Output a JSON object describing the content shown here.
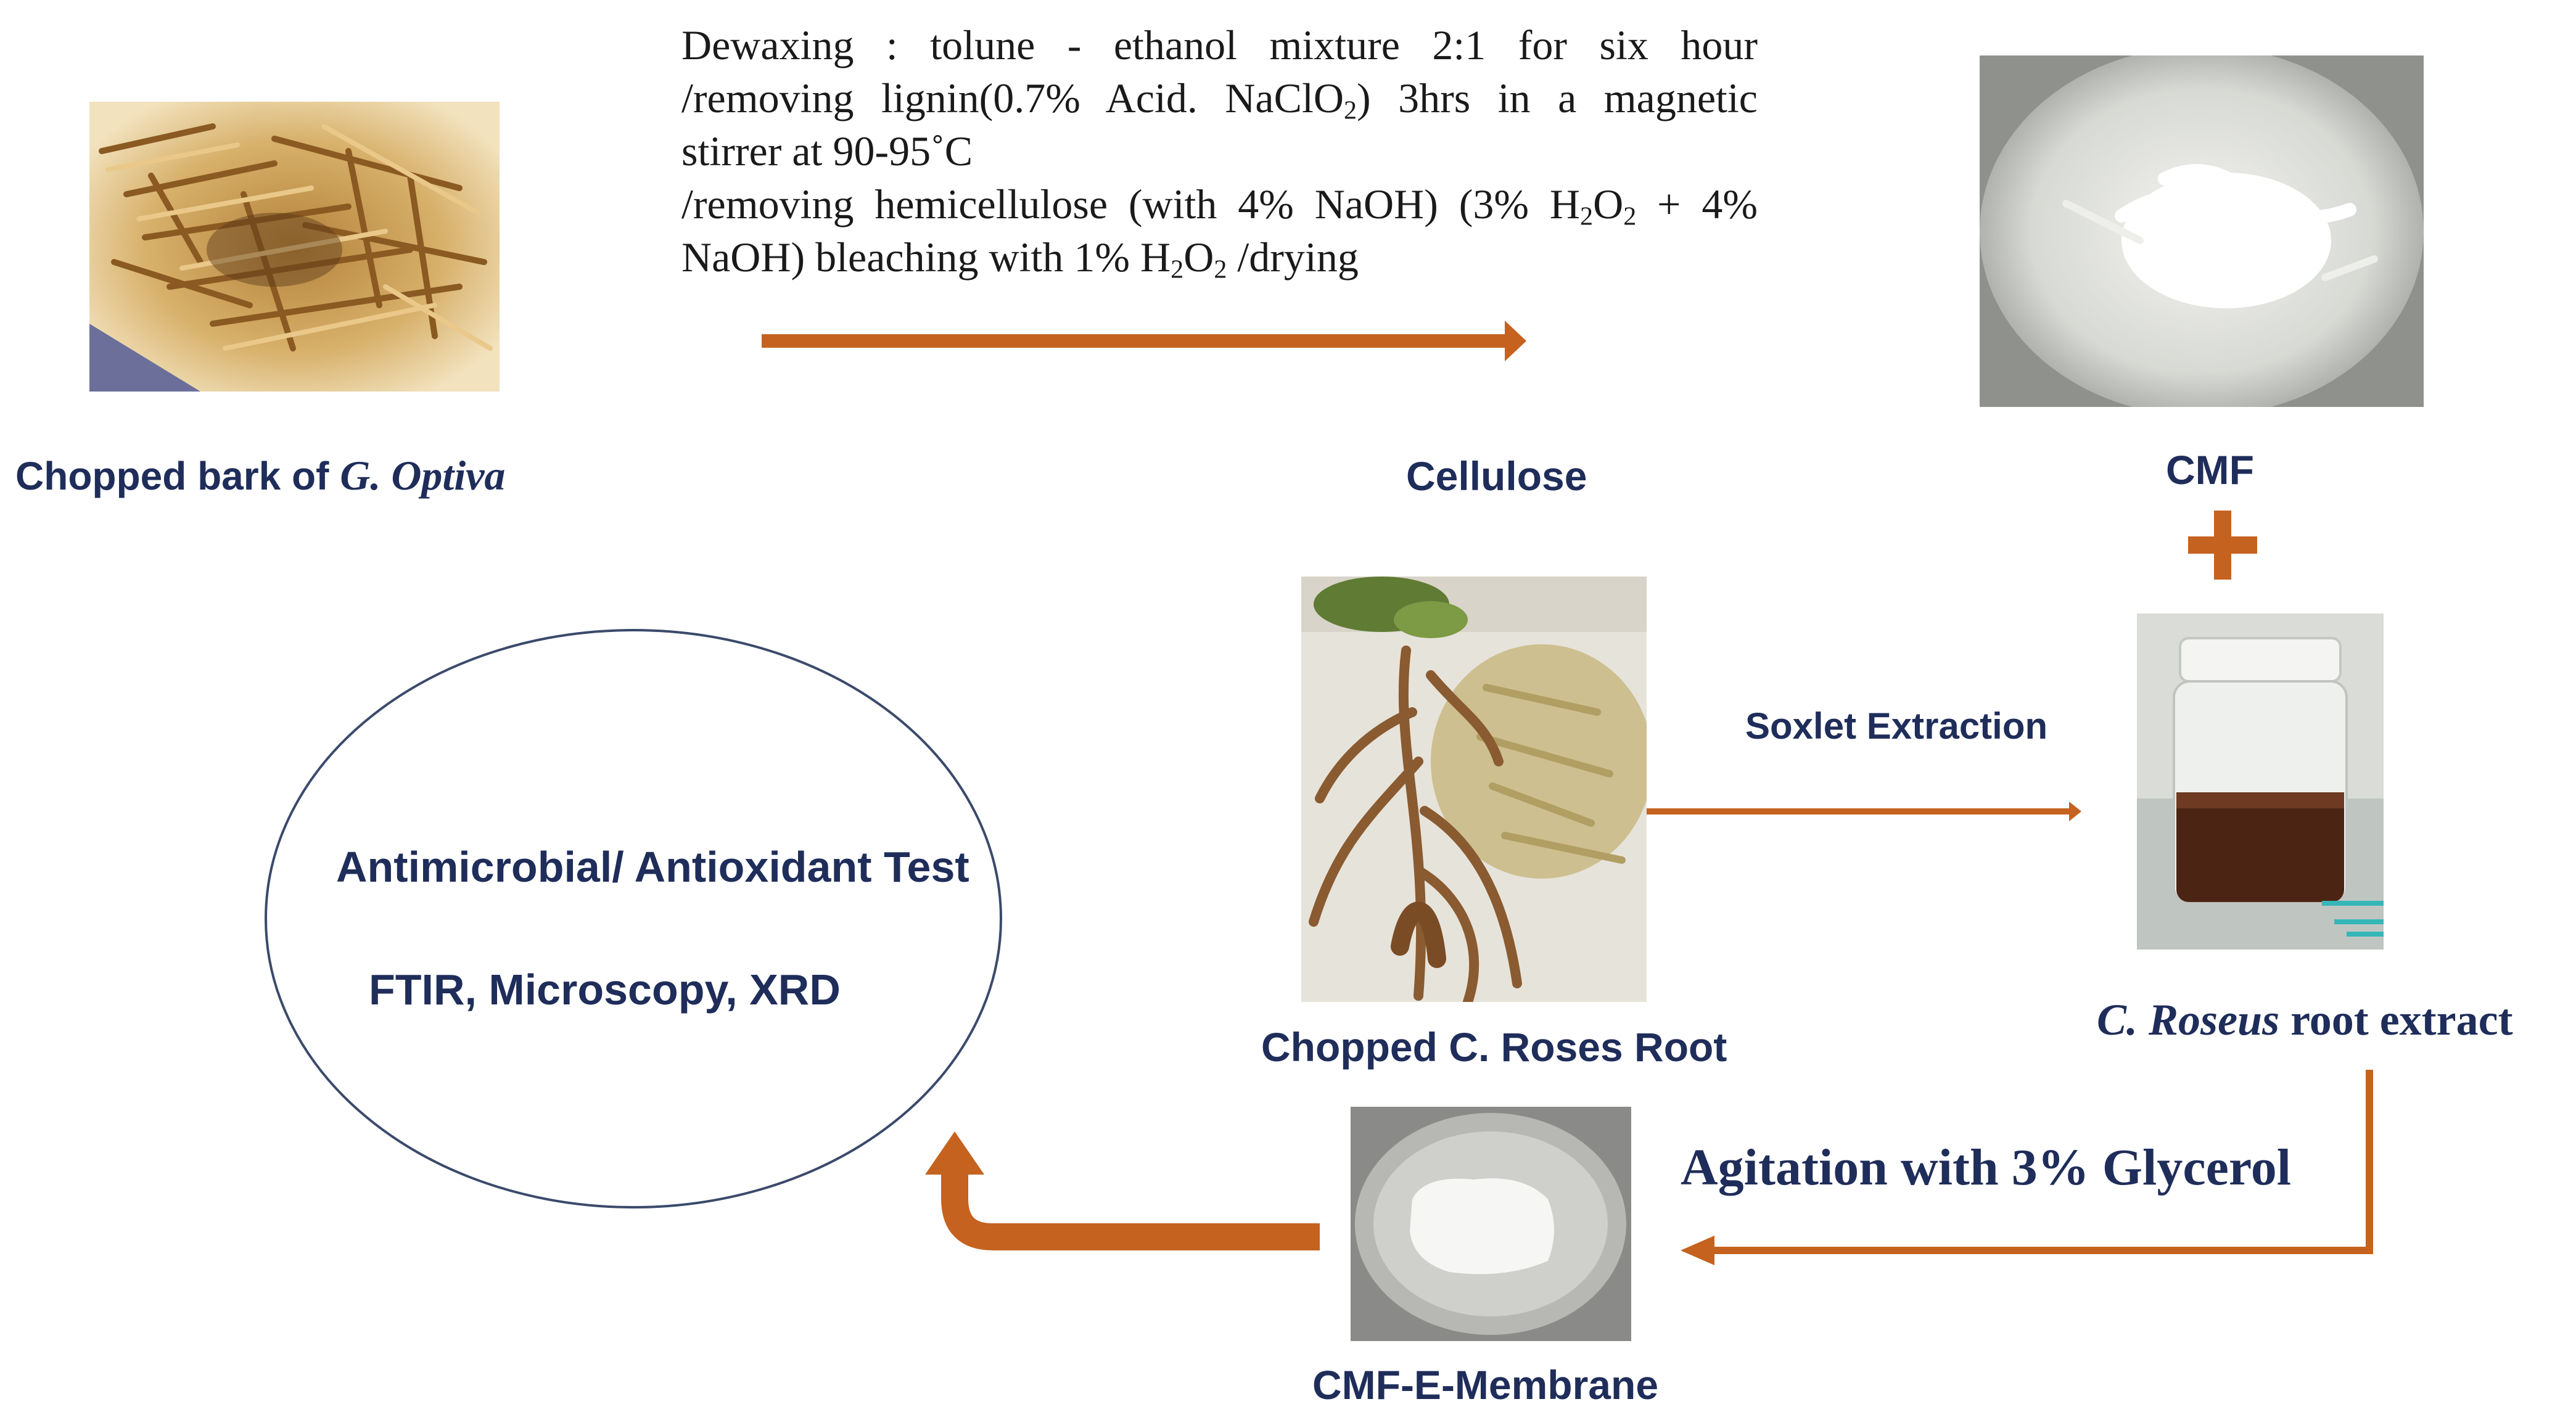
{
  "labels": {
    "bark_prefix": "Chopped bark of ",
    "bark_species": "G. Optiva",
    "cellulose": "Cellulose",
    "cmf": "CMF",
    "root": "Chopped C. Roses Root",
    "soxlet": "Soxlet Extraction",
    "extract_species": "C. Roseus",
    "extract_suffix": " root extract",
    "agitation": "Agitation with 3% Glycerol",
    "membrane": "CMF-E-Membrane"
  },
  "process_steps": {
    "line1": "Dewaxing : tolune - ethanol mixture 2:1 for six hour",
    "line2_a": "/removing lignin(0.7% Acid. NaClO",
    "line2_sub": "2",
    "line2_b": ") 3hrs in a magnetic",
    "line3": "stirrer at 90-95˚C",
    "line4_a": "/removing hemicellulose (with 4% NaOH) (3% H",
    "line4_sub1": "2",
    "line4_mid": "O",
    "line4_sub2": "2",
    "line4_b": " + 4%",
    "line5_a": "NaOH) bleaching with 1% H",
    "line5_sub1": "2",
    "line5_mid": "O",
    "line5_sub2": "2",
    "line5_b": " /drying"
  },
  "tests": {
    "line1": "Antimicrobial/ Antioxidant Test",
    "line2": "FTIR, Microscopy, XRD"
  },
  "colors": {
    "arrow": "#c5621f",
    "text": "#1f2d5a",
    "circle_stroke": "#3b4a6b"
  }
}
